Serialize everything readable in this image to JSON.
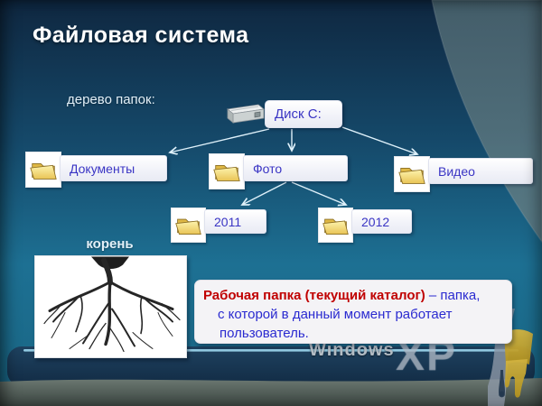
{
  "slide": {
    "title": "Файловая система",
    "tree_caption": "дерево папок:",
    "root_caption": "корень",
    "note": {
      "term": "Рабочая папка (текущий каталог)",
      "line1_rest": " – папка,",
      "line2": "с которой в данный момент работает",
      "line3": "пользователь."
    },
    "watermark": {
      "brand": "Windows",
      "edition": "XP"
    }
  },
  "tree": {
    "root": {
      "label": "Диск C:",
      "icon": "disk-icon"
    },
    "children": [
      {
        "label": "Документы",
        "icon": "folder-icon"
      },
      {
        "label": "Фото",
        "icon": "folder-icon",
        "children": [
          {
            "label": "2011",
            "icon": "folder-icon"
          },
          {
            "label": "2012",
            "icon": "folder-icon"
          }
        ]
      },
      {
        "label": "Видео",
        "icon": "folder-icon"
      }
    ]
  },
  "colors": {
    "background_top": "#0f2740",
    "background_teal": "#1d7093",
    "swoosh_gray": "#52707b",
    "node_text": "#3a35c4",
    "note_term_red": "#c00000",
    "note_text_blue": "#2a2ad0",
    "folder_yellow": "#edcb5f",
    "connector": "#dff1fa"
  }
}
